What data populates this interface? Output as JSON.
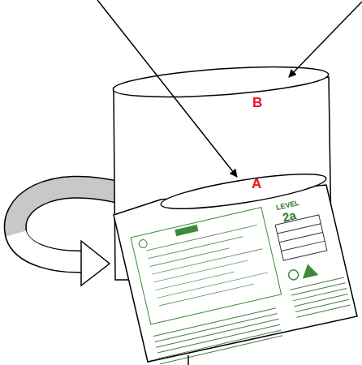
{
  "diagram": {
    "labels": [
      "B",
      "A",
      "LEVEL",
      "2a"
    ]
  }
}
